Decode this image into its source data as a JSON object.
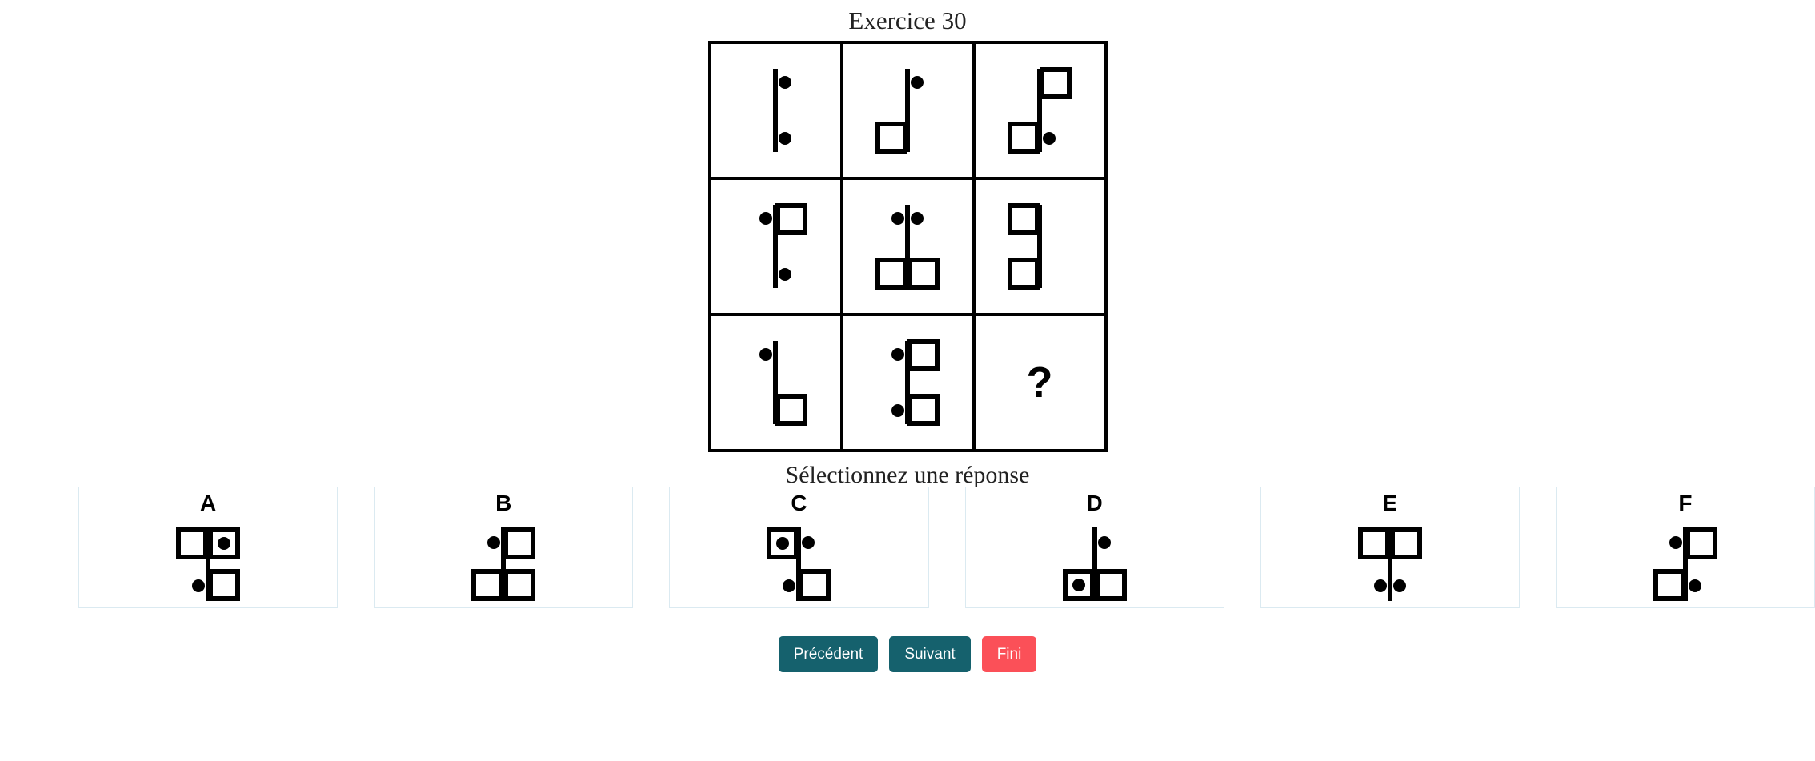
{
  "header": {
    "title": "Exercice 30"
  },
  "prompt": {
    "text": "Sélectionnez une réponse"
  },
  "matrix": {
    "missing_marker": "?",
    "cells": [
      {
        "id": "r1c1",
        "tl": "none",
        "tr": "dot",
        "bl": "none",
        "br": "dot"
      },
      {
        "id": "r1c2",
        "tl": "none",
        "tr": "dot",
        "bl": "square",
        "br": "none"
      },
      {
        "id": "r1c3",
        "tl": "none",
        "tr": "square",
        "bl": "square",
        "br": "dot"
      },
      {
        "id": "r2c1",
        "tl": "dot",
        "tr": "square",
        "bl": "none",
        "br": "dot"
      },
      {
        "id": "r2c2",
        "tl": "dot",
        "tr": "dot",
        "bl": "square",
        "br": "square"
      },
      {
        "id": "r2c3",
        "tl": "square",
        "tr": "none",
        "bl": "square",
        "br": "none"
      },
      {
        "id": "r3c1",
        "tl": "dot",
        "tr": "none",
        "bl": "none",
        "br": "square"
      },
      {
        "id": "r3c2",
        "tl": "dot",
        "tr": "square",
        "bl": "dot",
        "br": "square"
      },
      {
        "id": "r3c3",
        "tl": "question",
        "tr": "none",
        "bl": "none",
        "br": "none"
      }
    ]
  },
  "options": [
    {
      "letter": "A",
      "tl": "square",
      "tr": "square-dot",
      "bl": "dot",
      "br": "square"
    },
    {
      "letter": "B",
      "tl": "dot",
      "tr": "square",
      "bl": "square",
      "br": "square"
    },
    {
      "letter": "C",
      "tl": "square-dot",
      "tr": "dot",
      "bl": "dot",
      "br": "square"
    },
    {
      "letter": "D",
      "tl": "none",
      "tr": "dot",
      "bl": "square-dot",
      "br": "square"
    },
    {
      "letter": "E",
      "tl": "square",
      "tr": "square",
      "bl": "dot",
      "br": "dot"
    },
    {
      "letter": "F",
      "tl": "dot",
      "tr": "square",
      "bl": "square",
      "br": "dot"
    }
  ],
  "footer": {
    "previous_label": "Précédent",
    "next_label": "Suivant",
    "finish_label": "Fini"
  },
  "colors": {
    "button_primary": "#15616d",
    "button_finish": "#fb5058",
    "card_border": "#dbeaf1",
    "ink": "#000000"
  }
}
